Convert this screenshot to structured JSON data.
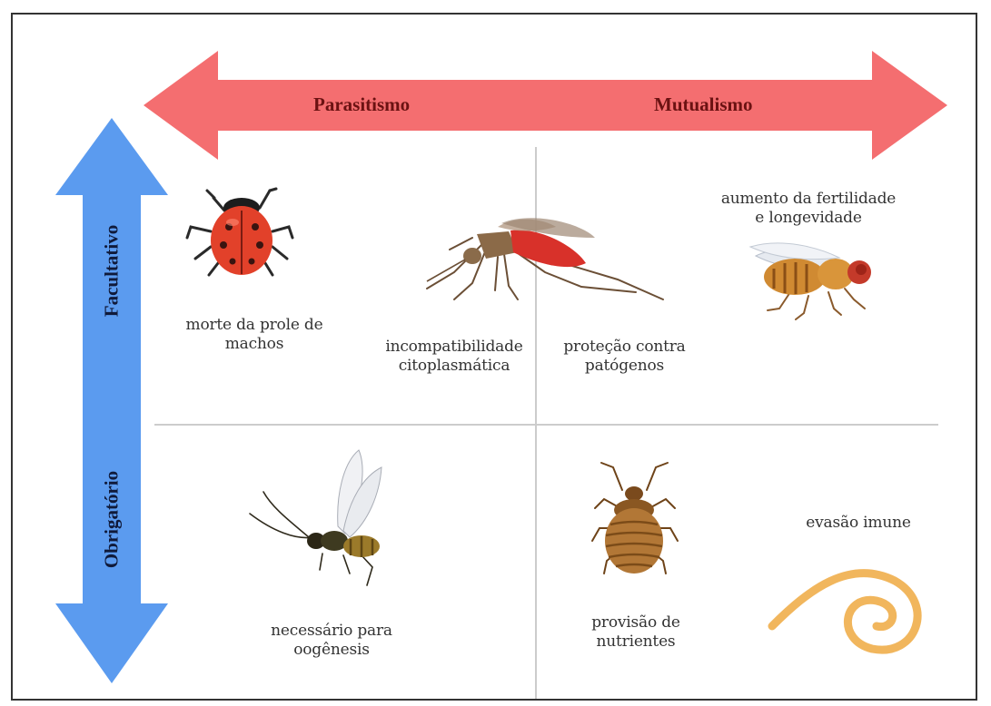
{
  "axis": {
    "horizontal": {
      "left_label": "Parasitismo",
      "right_label": "Mutualismo"
    },
    "vertical": {
      "top_label": "Facultativo",
      "bottom_label": "Obrigatório"
    }
  },
  "colors": {
    "horizontal_arrow": "#f46e70",
    "vertical_arrow": "#5b9bef",
    "divider": "#cccccc",
    "text": "#333333"
  },
  "quadrants": {
    "facultative_parasitism": [
      {
        "label": "morte da prole de\nmachos",
        "icon": "ladybug-icon"
      },
      {
        "label": "incompatibilidade\ncitoplasmática",
        "icon": "mosquito-icon"
      }
    ],
    "facultative_mutualism": [
      {
        "label": "proteção contra\npatógenos",
        "icon": "mosquito-icon"
      },
      {
        "label": "aumento da fertilidade\ne longevidade",
        "icon": "fruit-fly-icon"
      }
    ],
    "obligate_parasitism": [
      {
        "label": "necessário para\noogênesis",
        "icon": "wasp-icon"
      }
    ],
    "obligate_mutualism": [
      {
        "label": "provisão de\nnutrientes",
        "icon": "bedbug-icon"
      },
      {
        "label": "evasão imune",
        "icon": "nematode-worm-icon"
      }
    ]
  }
}
